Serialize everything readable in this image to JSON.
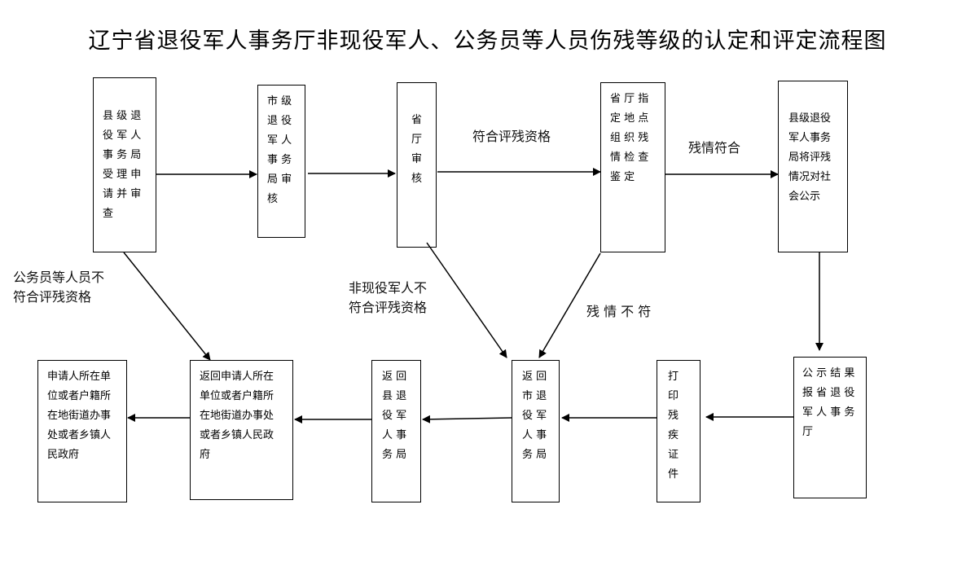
{
  "title": "辽宁省退役军人事务厅非现役军人、公务员等人员伤残等级的认定和评定流程图",
  "boxes": {
    "county_accept": "县 级 退\n役 军 人\n事 务 局\n受 理 申\n请 并 审\n查",
    "city_review": "市 级\n退 役\n军 人\n事 务\n局 审\n核",
    "province_review": "省\n厅\n审\n核",
    "province_exam": "省 厅 指\n定 地 点\n组 织 残\n情 检 查\n鉴 定",
    "county_publicize": "县级退役\n军人事务\n局将评残\n情况对社\n会公示",
    "report_result": "公 示 结 果\n报 省 退 役\n军 人 事 务\n厅",
    "print_certificate": "打\n印\n残\n疾\n证\n件",
    "return_city": "返 回\n市 退\n役 军\n人 事\n务 局",
    "return_county": "返 回\n县 退\n役 军\n人 事\n务 局",
    "return_unit": "返回申请人所在\n单位或者户籍所\n在地街道办事处\n或者乡镇人民政\n府",
    "applicant_unit": "申请人所在单\n位或者户籍所\n在地街道办事\n处或者乡镇人\n民政府"
  },
  "labels": {
    "qualified": "符合评残资格",
    "condition_match": "残情符合",
    "civil_servant_unqualified": "公务员等人员不\n符合评残资格",
    "non_soldier_unqualified": "非现役军人不\n符合评残资格",
    "condition_mismatch": "残 情 不 符"
  }
}
